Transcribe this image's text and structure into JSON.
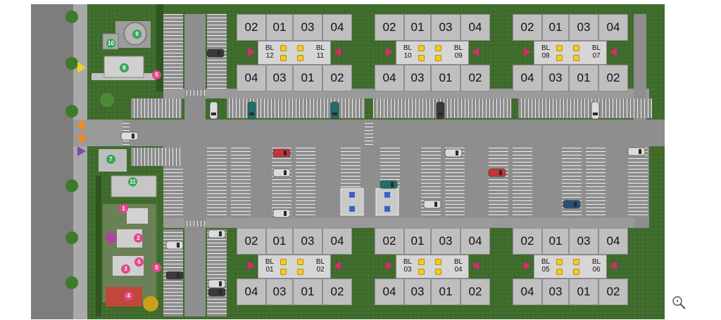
{
  "map": {
    "colors": {
      "grass": "#3f6b2c",
      "grass_dark": "#2f5520",
      "asphalt": "#8e8e8e",
      "sidewalk": "#b9b9b9",
      "building": "#bfbfbf",
      "window": "#f5c928",
      "entry_arrow": "#e0266f",
      "gate_yellow": "#f2d023",
      "gate_orange": "#f08a24",
      "gate_purple": "#7b4aa6",
      "badge_green": "#3aa55a",
      "badge_pink": "#e0488a"
    },
    "blocks": [
      {
        "top_units": [
          "02",
          "01",
          "03",
          "04"
        ],
        "bottom_units": [
          "04",
          "03",
          "01",
          "02"
        ],
        "left_label": [
          "BL",
          "12"
        ],
        "right_label": [
          "BL",
          "11"
        ]
      },
      {
        "top_units": [
          "02",
          "01",
          "03",
          "04"
        ],
        "bottom_units": [
          "04",
          "03",
          "01",
          "02"
        ],
        "left_label": [
          "BL",
          "10"
        ],
        "right_label": [
          "BL",
          "09"
        ]
      },
      {
        "top_units": [
          "02",
          "01",
          "03",
          "04"
        ],
        "bottom_units": [
          "04",
          "03",
          "01",
          "02"
        ],
        "left_label": [
          "BL",
          "08"
        ],
        "right_label": [
          "BL",
          "07"
        ]
      },
      {
        "top_units": [
          "02",
          "01",
          "03",
          "04"
        ],
        "bottom_units": [
          "04",
          "03",
          "01",
          "02"
        ],
        "left_label": [
          "BL",
          "01"
        ],
        "right_label": [
          "BL",
          "02"
        ]
      },
      {
        "top_units": [
          "02",
          "01",
          "03",
          "04"
        ],
        "bottom_units": [
          "04",
          "03",
          "01",
          "02"
        ],
        "left_label": [
          "BL",
          "03"
        ],
        "right_label": [
          "BL",
          "04"
        ]
      },
      {
        "top_units": [
          "02",
          "01",
          "03",
          "04"
        ],
        "bottom_units": [
          "04",
          "03",
          "01",
          "02"
        ],
        "left_label": [
          "BL",
          "05"
        ],
        "right_label": [
          "BL",
          "06"
        ]
      }
    ],
    "legend_badges": [
      {
        "label": "10",
        "color": "green"
      },
      {
        "label": "9",
        "color": "green"
      },
      {
        "label": "8",
        "color": "green"
      },
      {
        "label": "7",
        "color": "green"
      },
      {
        "label": "11",
        "color": "green"
      },
      {
        "label": "5",
        "color": "pink"
      },
      {
        "label": "5",
        "color": "pink"
      },
      {
        "label": "1",
        "color": "pink"
      },
      {
        "label": "2",
        "color": "pink"
      },
      {
        "label": "3",
        "color": "pink"
      },
      {
        "label": "6",
        "color": "pink"
      },
      {
        "label": "4",
        "color": "pink"
      }
    ],
    "cars": [
      "dark",
      "silver",
      "teal",
      "teal",
      "dark",
      "silver",
      "silver",
      "red",
      "silver",
      "silver",
      "teal",
      "silver",
      "silver",
      "red",
      "blue",
      "silver",
      "silver",
      "silver",
      "dark",
      "dark",
      "silver"
    ],
    "controls": {
      "zoom_icon": "magnifier-zoom-icon"
    }
  }
}
